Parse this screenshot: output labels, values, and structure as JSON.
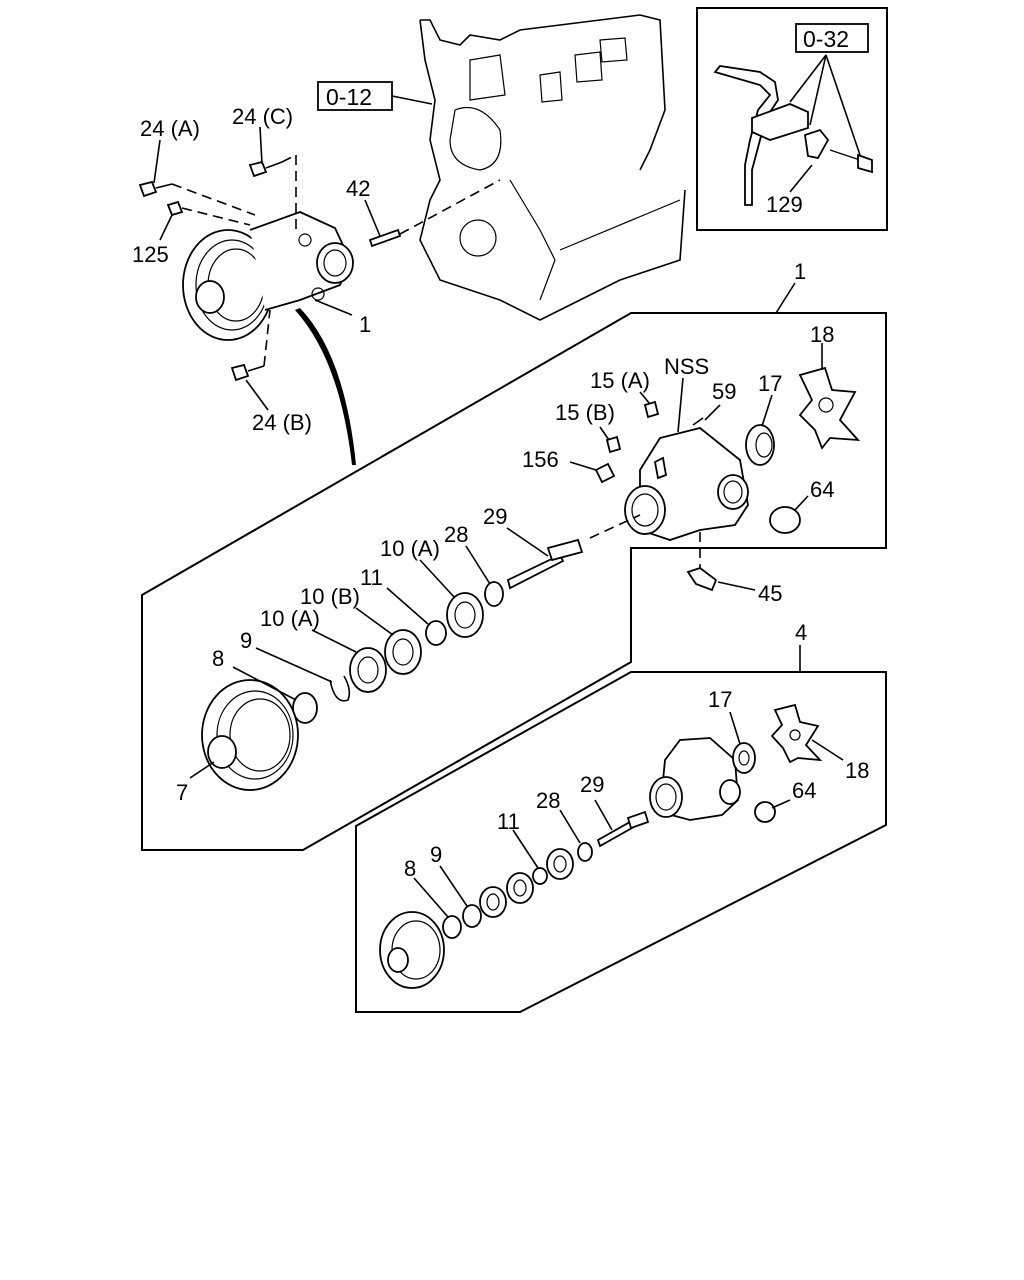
{
  "references": {
    "engine_block": "0-12",
    "inset_assembly": "0-32"
  },
  "callouts": {
    "bolt_24a": "24 (A)",
    "bolt_24c": "24 (C)",
    "bolt_24b": "24 (B)",
    "nut_125": "125",
    "stud_42": "42",
    "pump_assy_1": "1",
    "bracket_129": "129",
    "kit_1": "1",
    "kit_4": "4",
    "plug_15a": "15 (A)",
    "plug_15b": "15 (B)",
    "nss": "NSS",
    "pin_59": "59",
    "seal_17": "17",
    "impeller_18": "18",
    "cap_156": "156",
    "shaft_29": "29",
    "oring_64": "64",
    "washer_28": "28",
    "bearing_10a_upper": "10 (A)",
    "spacer_11": "11",
    "bearing_10b": "10 (B)",
    "bearing_10a_lower": "10 (A)",
    "snapring_9": "9",
    "ring_8": "8",
    "pulley_7": "7",
    "fitting_45": "45",
    "seal_17_lower": "17",
    "impeller_18_lower": "18",
    "oring_64_lower": "64",
    "shaft_29_lower": "29",
    "washer_28_lower": "28",
    "spacer_11_lower": "11",
    "snapring_9_lower": "9",
    "ring_8_lower": "8"
  }
}
